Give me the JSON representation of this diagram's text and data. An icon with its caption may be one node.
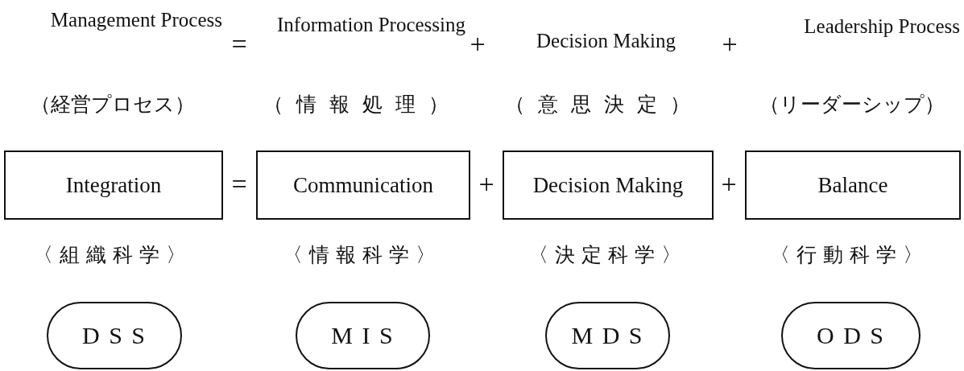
{
  "diagram": {
    "nodes": [
      {
        "text": [
          "Integration"
        ]
      },
      {
        "text": [
          "Communication"
        ]
      },
      {
        "text": [
          "Decision Making"
        ]
      },
      {
        "text": [
          "Balance"
        ]
      },
      {
        "text": [
          "D S S"
        ]
      },
      {
        "text": [
          "M I S"
        ]
      },
      {
        "text": [
          "M D S"
        ]
      },
      {
        "text": [
          "O D S"
        ]
      }
    ],
    "labels": [
      "Management Process",
      "=",
      "Information Processing",
      "+",
      "Decision Making",
      "+",
      "Leadership Process",
      "（経営プロセス）",
      "（情報処理）",
      "（意思決定）",
      "（リーダーシップ）",
      "=",
      "+",
      "+",
      "〈組織科学〉",
      "〈情報科学〉",
      "〈決定科学〉",
      "〈行動科学〉"
    ]
  }
}
